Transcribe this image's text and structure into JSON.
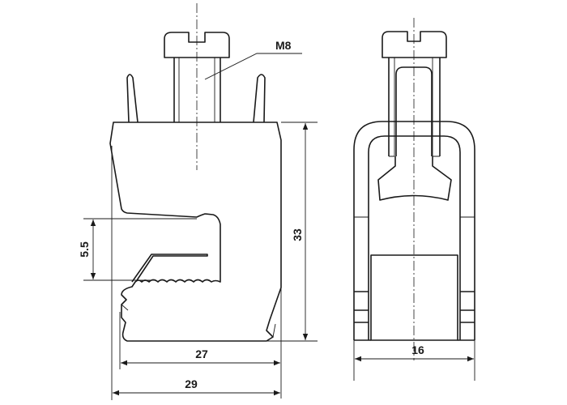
{
  "drawing": {
    "side_view": {
      "thread_label": "M8",
      "dim_gap": "5.5",
      "dim_height": "33",
      "dim_inner_width": "27",
      "dim_outer_width": "29"
    },
    "front_view": {
      "dim_width": "16"
    }
  }
}
